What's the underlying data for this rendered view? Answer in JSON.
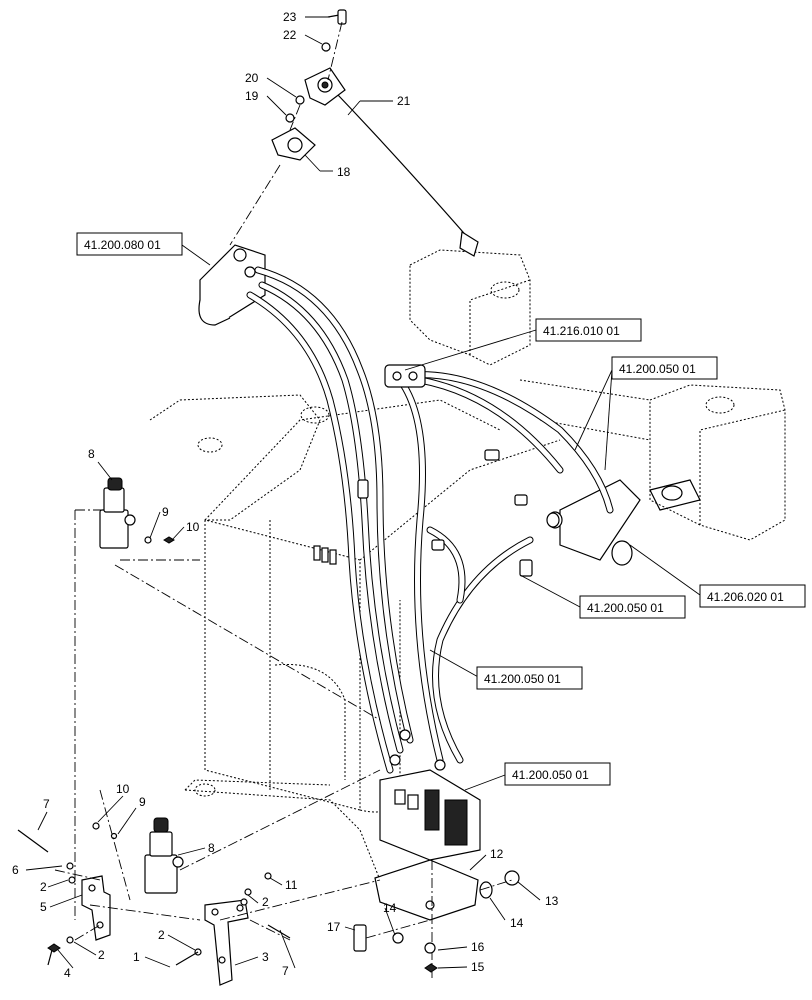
{
  "callouts": [
    {
      "num": "23"
    },
    {
      "num": "22"
    },
    {
      "num": "21"
    },
    {
      "num": "20"
    },
    {
      "num": "19"
    },
    {
      "num": "18"
    },
    {
      "num": "8"
    },
    {
      "num": "9"
    },
    {
      "num": "10"
    },
    {
      "num": "7"
    },
    {
      "num": "10"
    },
    {
      "num": "9"
    },
    {
      "num": "8"
    },
    {
      "num": "6"
    },
    {
      "num": "2"
    },
    {
      "num": "5"
    },
    {
      "num": "11"
    },
    {
      "num": "2"
    },
    {
      "num": "2"
    },
    {
      "num": "4"
    },
    {
      "num": "1"
    },
    {
      "num": "2"
    },
    {
      "num": "3"
    },
    {
      "num": "7"
    },
    {
      "num": "17"
    },
    {
      "num": "14"
    },
    {
      "num": "12"
    },
    {
      "num": "14"
    },
    {
      "num": "13"
    },
    {
      "num": "16"
    },
    {
      "num": "15"
    }
  ],
  "refs": [
    {
      "label": "41.200.080 01"
    },
    {
      "label": "41.216.010 01"
    },
    {
      "label": "41.200.050 01"
    },
    {
      "label": "41.200.050 01"
    },
    {
      "label": "41.206.020 01"
    },
    {
      "label": "41.200.050 01"
    },
    {
      "label": "41.200.050 01"
    }
  ]
}
